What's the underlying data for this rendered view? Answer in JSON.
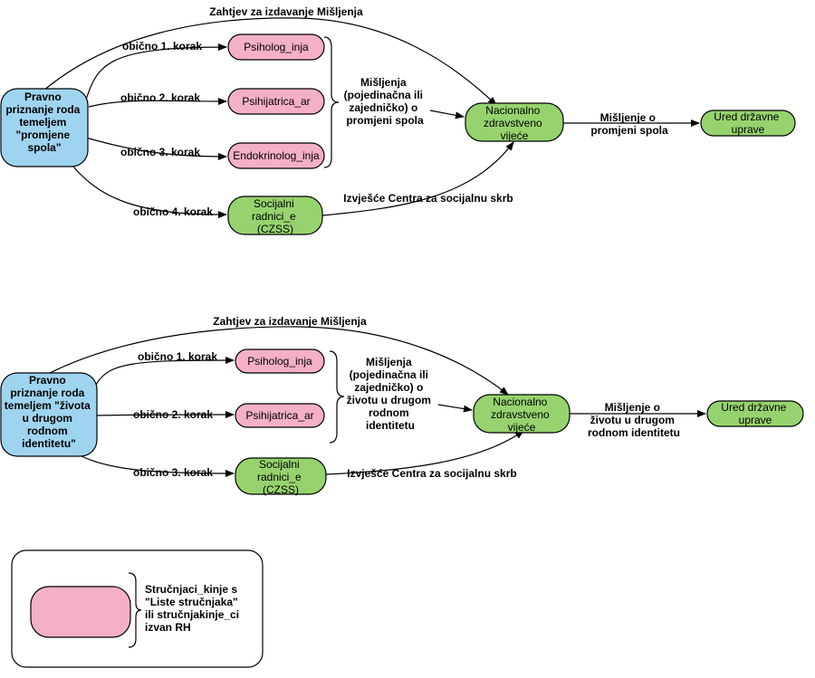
{
  "colors": {
    "start": "#9fd4f0",
    "expert": "#f4b0c4",
    "institution": "#96d36e"
  },
  "diagram1": {
    "start": [
      "Pravno",
      "priznanje roda",
      "temeljem",
      "\"promjene",
      "spola\""
    ],
    "top_edge": "Zahtjev za izdavanje Mišljenja",
    "steps": [
      "obično 1. korak",
      "obično 2. korak",
      "obično 3. korak",
      "obično 4. korak"
    ],
    "experts": [
      "Psiholog_inja",
      "Psihijatrica_ar",
      "Endokrinolog_inja"
    ],
    "social": [
      "Socijalni",
      "radnici_e",
      "(CZSS)"
    ],
    "opinions": [
      "Mišljenja",
      "(pojedinačna ili",
      "zajedničko) o",
      "promjeni spola"
    ],
    "council": [
      "Nacionalno",
      "zdravstveno",
      "vijeće"
    ],
    "report": "Izvješće Centra za socijalnu skrb",
    "result": [
      "Mišljenje o",
      "promjeni spola"
    ],
    "office": [
      "Ured državne",
      "uprave"
    ]
  },
  "diagram2": {
    "start": [
      "Pravno",
      "priznanje roda",
      "temeljem \"života",
      "u drugom",
      "rodnom",
      "identitetu\""
    ],
    "top_edge": "Zahtjev za izdavanje Mišljenja",
    "steps": [
      "obično 1. korak",
      "obično 2. korak",
      "obično 3. korak"
    ],
    "experts": [
      "Psiholog_inja",
      "Psihijatrica_ar"
    ],
    "social": [
      "Socijalni",
      "radnici_e",
      "(CZSS)"
    ],
    "opinions": [
      "Mišljenja",
      "(pojedinačna ili",
      "zajedničko) o",
      "životu u drugom",
      "rodnom",
      "identitetu"
    ],
    "council": [
      "Nacionalno",
      "zdravstveno",
      "vijeće"
    ],
    "report": "Izvješće Centra za socijalnu skrb",
    "result": [
      "Mišljenje o",
      "životu u drugom",
      "rodnom identitetu"
    ],
    "office": [
      "Ured državne",
      "uprave"
    ]
  },
  "legend": {
    "text": [
      "Stručnjaci_kinje s",
      "\"Liste stručnjaka\"",
      "ili stručnjakinje_ci",
      "izvan RH"
    ]
  }
}
